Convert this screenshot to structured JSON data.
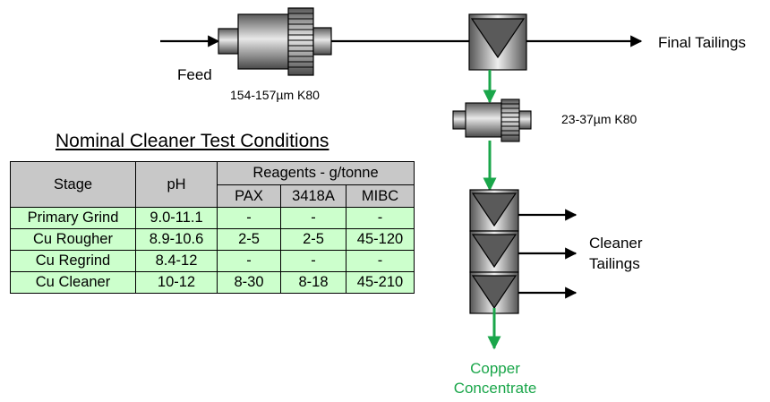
{
  "labels": {
    "feed": "Feed",
    "grind_size": "154-157µm K80",
    "regrind_size": "23-37µm K80",
    "final_tailings": "Final Tailings",
    "cleaner_tailings_1": "Cleaner",
    "cleaner_tailings_2": "Tailings",
    "copper_1": "Copper",
    "copper_2": "Concentrate"
  },
  "table": {
    "title": "Nominal Cleaner Test Conditions",
    "headers": {
      "stage": "Stage",
      "ph": "pH",
      "reagents": "Reagents - g/tonne",
      "pax": "PAX",
      "r3418a": "3418A",
      "mibc": "MIBC"
    },
    "rows": [
      {
        "stage": "Primary Grind",
        "ph": "9.0-11.1",
        "pax": "-",
        "r3418a": "-",
        "mibc": "-"
      },
      {
        "stage": "Cu Rougher",
        "ph": "8.9-10.6",
        "pax": "2-5",
        "r3418a": "2-5",
        "mibc": "45-120"
      },
      {
        "stage": "Cu Regrind",
        "ph": "8.4-12",
        "pax": "-",
        "r3418a": "-",
        "mibc": "-"
      },
      {
        "stage": "Cu Cleaner",
        "ph": "10-12",
        "pax": "8-30",
        "r3418a": "8-18",
        "mibc": "45-210"
      }
    ]
  },
  "colors": {
    "concentrate_arrow": "#1aa64a",
    "table_header": "#c8c8c8",
    "table_body": "#ccffcc"
  }
}
